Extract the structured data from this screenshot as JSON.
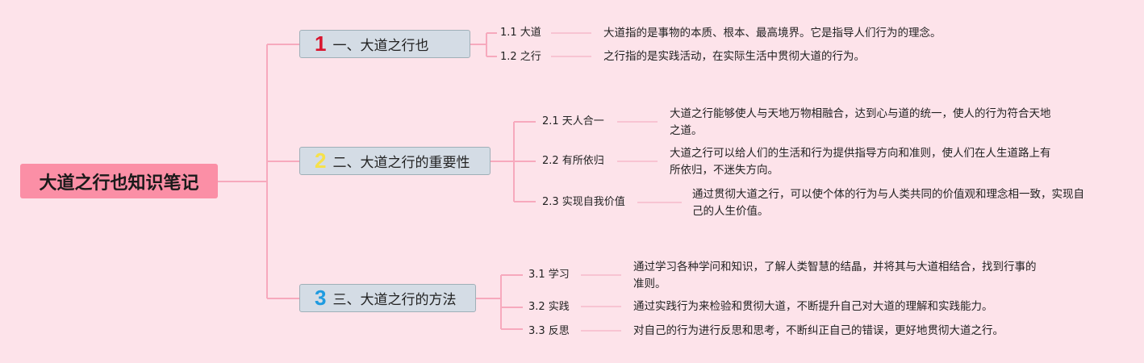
{
  "root": {
    "title": "大道之行也知识笔记"
  },
  "colors": {
    "line": "#f7a9bd",
    "root_bg": "#fb8fa6",
    "box_bg": "#d4dce5",
    "num1": "#d9152e",
    "num2": "#f6e14a",
    "num3": "#1e9be0"
  },
  "branches": [
    {
      "num": "1",
      "title": "一、大道之行也",
      "children": [
        {
          "label": "1.1 大道",
          "text": "大道指的是事物的本质、根本、最高境界。它是指导人们行为的理念。"
        },
        {
          "label": "1.2 之行",
          "text": "之行指的是实践活动，在实际生活中贯彻大道的行为。"
        }
      ]
    },
    {
      "num": "2",
      "title": "二、大道之行的重要性",
      "children": [
        {
          "label": "2.1 天人合一",
          "text": "大道之行能够使人与天地万物相融合，达到心与道的统一，使人的行为符合天地之道。"
        },
        {
          "label": "2.2 有所依归",
          "text": "大道之行可以给人们的生活和行为提供指导方向和准则，使人们在人生道路上有所依归，不迷失方向。"
        },
        {
          "label": "2.3 实现自我价值",
          "text": "通过贯彻大道之行，可以使个体的行为与人类共同的价值观和理念相一致，实现自己的人生价值。"
        }
      ]
    },
    {
      "num": "3",
      "title": "三、大道之行的方法",
      "children": [
        {
          "label": "3.1 学习",
          "text": "通过学习各种学问和知识，了解人类智慧的结晶，并将其与大道相结合，找到行事的准则。"
        },
        {
          "label": "3.2 实践",
          "text": "通过实践行为来检验和贯彻大道，不断提升自己对大道的理解和实践能力。"
        },
        {
          "label": "3.3 反思",
          "text": "对自己的行为进行反思和思考，不断纠正自己的错误，更好地贯彻大道之行。"
        }
      ]
    }
  ]
}
